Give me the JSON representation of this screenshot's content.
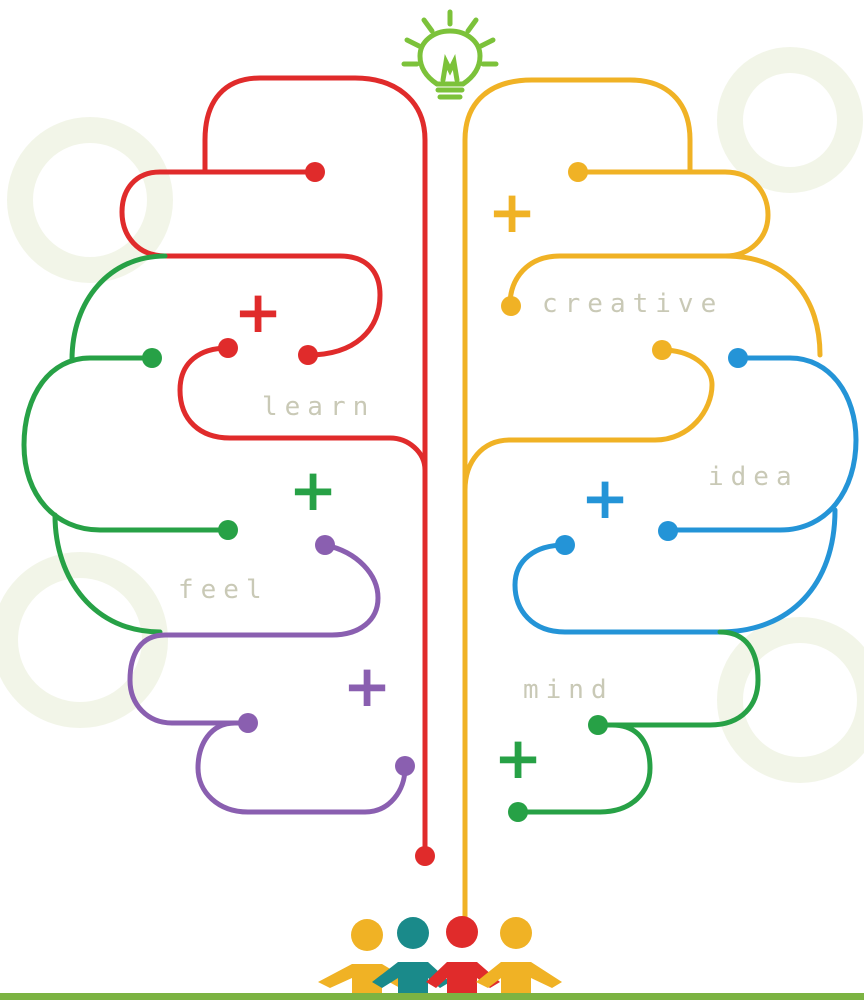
{
  "words": {
    "learn": "learn",
    "creative": "creative",
    "idea": "idea",
    "feel": "feel",
    "mind": "mind"
  },
  "plus_sign": "+",
  "colors": {
    "red": "#e02b2b",
    "orange": "#f0b225",
    "green": "#27a146",
    "blue": "#2494d7",
    "purple": "#8a5fb0",
    "bulb": "#7cc23a",
    "teal": "#1a8a8a",
    "word_text": "#c9c9b6",
    "ground": "#7cb342"
  },
  "icons": {
    "bulb": "lightbulb-icon",
    "people": "people-group-icon"
  }
}
